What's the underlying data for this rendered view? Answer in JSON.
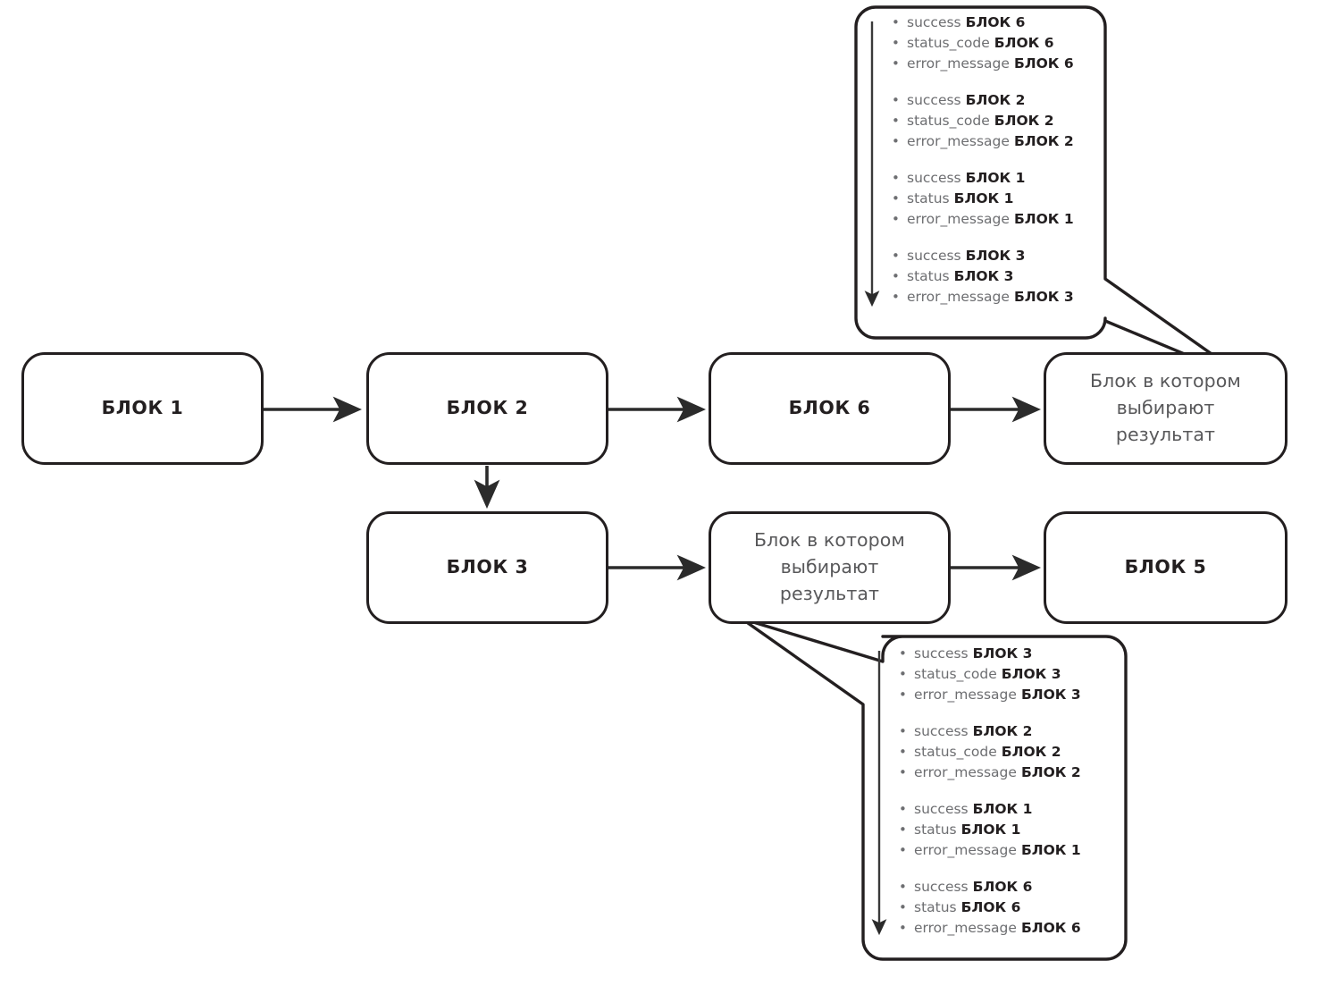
{
  "diagram": {
    "title": "Block flow with result-selection callouts",
    "colors": {
      "stroke": "#231f20",
      "field_text": "#6d6e71",
      "soft_text": "#58585a",
      "background": "#ffffff"
    },
    "nodes": [
      {
        "id": "block1",
        "label": "БЛОК 1",
        "style": "bold"
      },
      {
        "id": "block2",
        "label": "БЛОК 2",
        "style": "bold"
      },
      {
        "id": "block6",
        "label": "БЛОК 6",
        "style": "bold"
      },
      {
        "id": "result_top",
        "label": "Блок в котором выбирают результат",
        "style": "soft"
      },
      {
        "id": "block3",
        "label": "БЛОК 3",
        "style": "bold"
      },
      {
        "id": "result_bottom",
        "label": "Блок в котором выбирают результат",
        "style": "soft"
      },
      {
        "id": "block5",
        "label": "БЛОК 5",
        "style": "bold"
      }
    ],
    "edges": [
      {
        "from": "block1",
        "to": "block2",
        "kind": "arrow-right"
      },
      {
        "from": "block2",
        "to": "block6",
        "kind": "arrow-right"
      },
      {
        "from": "block6",
        "to": "result_top",
        "kind": "arrow-right"
      },
      {
        "from": "block2",
        "to": "block3",
        "kind": "arrow-down"
      },
      {
        "from": "block3",
        "to": "result_bottom",
        "kind": "arrow-right"
      },
      {
        "from": "result_bottom",
        "to": "block5",
        "kind": "arrow-right"
      }
    ],
    "callouts": [
      {
        "id": "callout-top",
        "points_to": "result_top",
        "order_arrow": "downward priority arrow",
        "groups": [
          {
            "items": [
              {
                "field": "success",
                "block": "БЛОК 6"
              },
              {
                "field": "status_code",
                "block": "БЛОК 6"
              },
              {
                "field": "error_message",
                "block": "БЛОК 6"
              }
            ]
          },
          {
            "items": [
              {
                "field": "success",
                "block": "БЛОК 2"
              },
              {
                "field": "status_code",
                "block": "БЛОК 2"
              },
              {
                "field": "error_message",
                "block": "БЛОК 2"
              }
            ]
          },
          {
            "items": [
              {
                "field": "success",
                "block": "БЛОК 1"
              },
              {
                "field": "status",
                "block": "БЛОК 1"
              },
              {
                "field": "error_message",
                "block": "БЛОК 1"
              }
            ]
          },
          {
            "items": [
              {
                "field": "success",
                "block": "БЛОК 3"
              },
              {
                "field": "status",
                "block": "БЛОК 3"
              },
              {
                "field": "error_message",
                "block": "БЛОК 3"
              }
            ]
          }
        ]
      },
      {
        "id": "callout-bottom",
        "points_to": "result_bottom",
        "order_arrow": "downward priority arrow",
        "groups": [
          {
            "items": [
              {
                "field": "success",
                "block": "БЛОК 3"
              },
              {
                "field": "status_code",
                "block": "БЛОК 3"
              },
              {
                "field": "error_message",
                "block": "БЛОК 3"
              }
            ]
          },
          {
            "items": [
              {
                "field": "success",
                "block": "БЛОК 2"
              },
              {
                "field": "status_code",
                "block": "БЛОК 2"
              },
              {
                "field": "error_message",
                "block": "БЛОК 2"
              }
            ]
          },
          {
            "items": [
              {
                "field": "success",
                "block": "БЛОК 1"
              },
              {
                "field": "status",
                "block": "БЛОК 1"
              },
              {
                "field": "error_message",
                "block": "БЛОК 1"
              }
            ]
          },
          {
            "items": [
              {
                "field": "success",
                "block": "БЛОК 6"
              },
              {
                "field": "status",
                "block": "БЛОК 6"
              },
              {
                "field": "error_message",
                "block": "БЛОК 6"
              }
            ]
          }
        ]
      }
    ],
    "bullet_glyph": "•"
  }
}
